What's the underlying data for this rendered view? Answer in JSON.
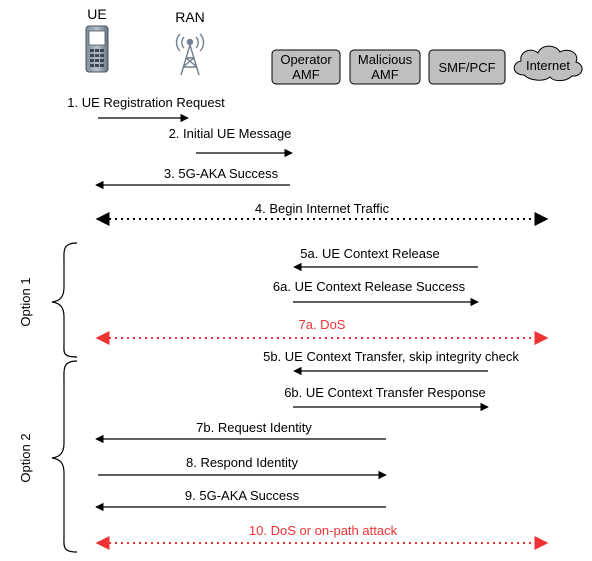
{
  "entities": {
    "ue": "UE",
    "ran": "RAN",
    "operator_amf": [
      "Operator",
      "AMF"
    ],
    "malicious_amf": [
      "Malicious",
      "AMF"
    ],
    "smf_pcf": "SMF/PCF",
    "internet": "Internet"
  },
  "options": {
    "option1": "Option 1",
    "option2": "Option 2"
  },
  "messages": [
    {
      "id": "m1",
      "label": "1. UE Registration Request"
    },
    {
      "id": "m2",
      "label": "2. Initial UE Message"
    },
    {
      "id": "m3",
      "label": "3. 5G-AKA Success"
    },
    {
      "id": "m4",
      "label": "4. Begin Internet Traffic"
    },
    {
      "id": "m5a",
      "label": "5a. UE Context Release"
    },
    {
      "id": "m6a",
      "label": "6a. UE Context Release Success"
    },
    {
      "id": "m7a",
      "label": "7a. DoS",
      "color": "#ee3333"
    },
    {
      "id": "m5b",
      "label": "5b. UE Context Transfer, skip integrity check"
    },
    {
      "id": "m6b",
      "label": "6b. UE Context Transfer Response"
    },
    {
      "id": "m7b",
      "label": "7b. Request Identity"
    },
    {
      "id": "m8",
      "label": "8. Respond Identity"
    },
    {
      "id": "m9",
      "label": "9. 5G-AKA Success"
    },
    {
      "id": "m10",
      "label": "10. DoS or on-path attack",
      "color": "#ee3333"
    }
  ],
  "colors": {
    "box_fill": "#bfbfbf",
    "attack": "#ee3333",
    "phone": "#556677"
  }
}
